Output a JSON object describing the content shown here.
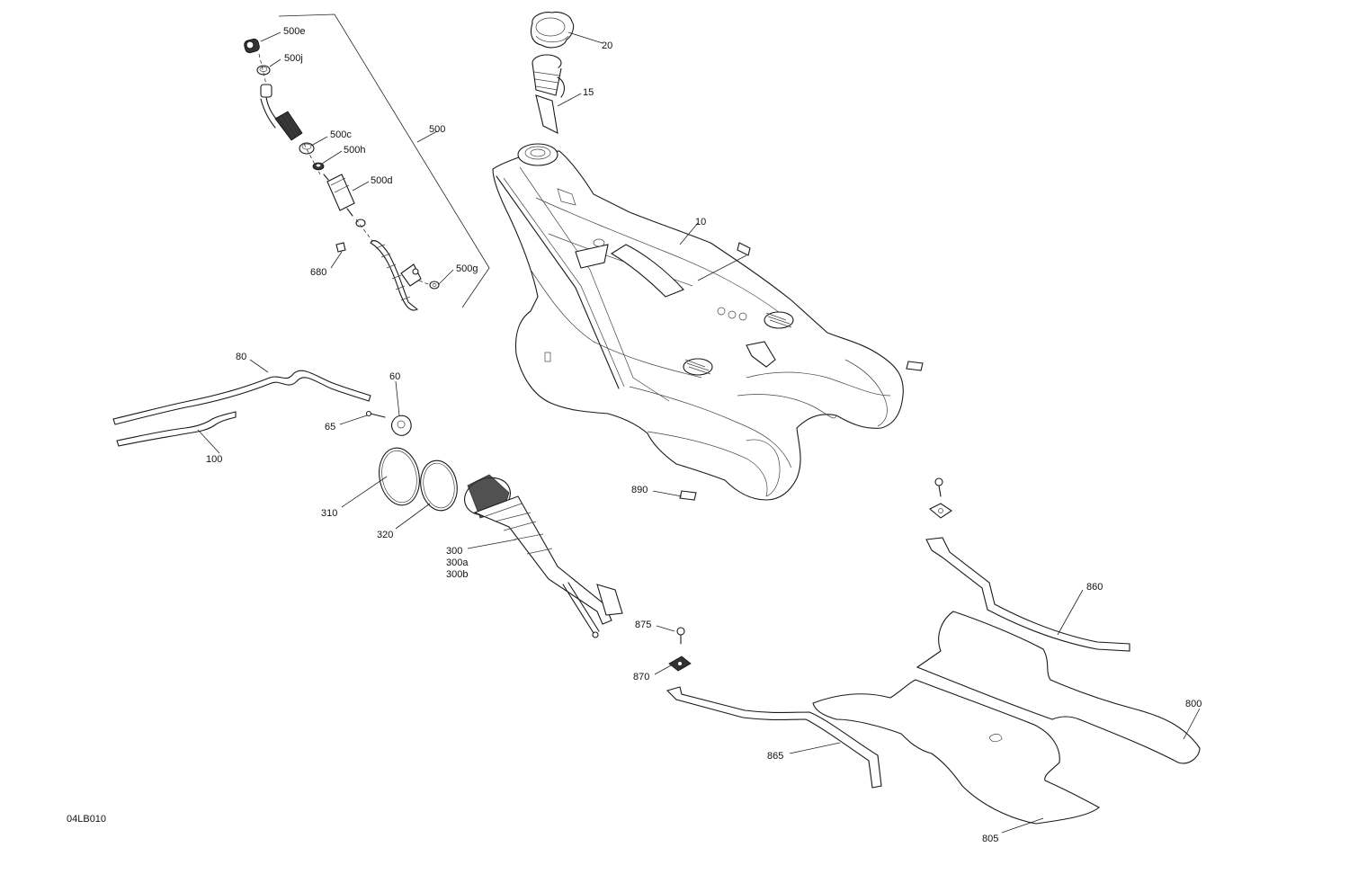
{
  "diagram_code": "04LB010",
  "callouts": {
    "c500e": "500e",
    "c500j": "500j",
    "c500": "500",
    "c500c": "500c",
    "c500h": "500h",
    "c500d": "500d",
    "c680": "680",
    "c500g": "500g",
    "c20": "20",
    "c15": "15",
    "c10": "10",
    "c80": "80",
    "c60": "60",
    "c65": "65",
    "c100": "100",
    "c310": "310",
    "c320": "320",
    "c300": "300",
    "c300a": "300a",
    "c300b": "300b",
    "c890": "890",
    "c860": "860",
    "c875": "875",
    "c870": "870",
    "c800": "800",
    "c865": "865",
    "c805": "805"
  }
}
